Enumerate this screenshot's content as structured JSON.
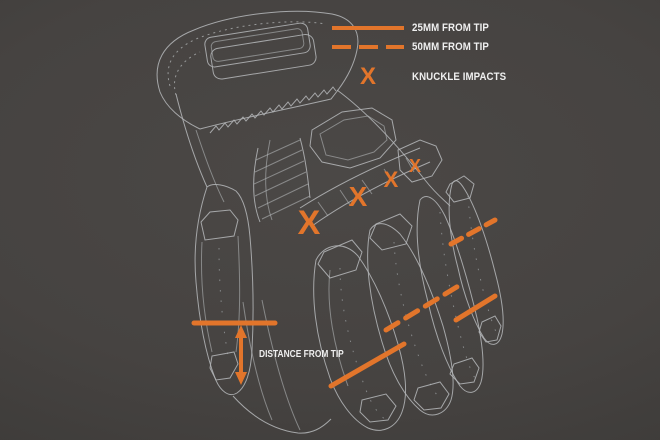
{
  "legend": {
    "items": [
      {
        "label": "25MM FROM TIP",
        "style": "solid-line"
      },
      {
        "label": "50MM FROM TIP",
        "style": "dashed-line"
      },
      {
        "label": "KNUCKLE IMPACTS",
        "style": "x-mark",
        "glyph": "X"
      }
    ]
  },
  "annotations": {
    "distance_label": "DISTANCE FROM TIP",
    "knuckle_marks": [
      {
        "glyph": "X"
      },
      {
        "glyph": "X"
      },
      {
        "glyph": "X"
      },
      {
        "glyph": "X"
      }
    ],
    "measurement_lines": {
      "solid_25mm_on": [
        "thumb",
        "index-finger",
        "pinky-finger"
      ],
      "dashed_50mm_on": [
        "middle-ring-fingers",
        "pinky-finger"
      ]
    }
  },
  "colors": {
    "accent_orange": "#E2752B",
    "background": "#454240",
    "line_art_gray": "#B3B5B7",
    "text": "#EFEFEF"
  }
}
